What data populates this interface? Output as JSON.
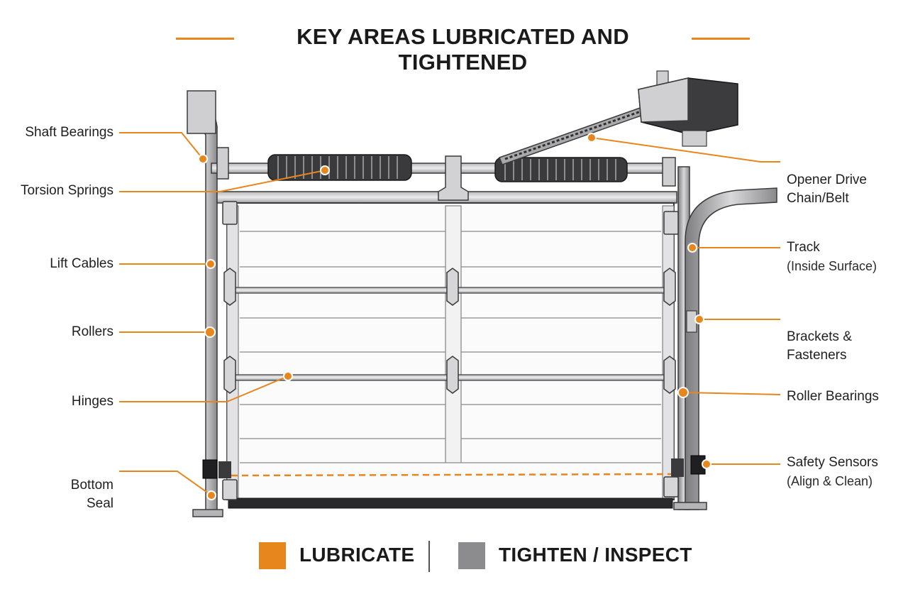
{
  "title": "KEY AREAS LUBRICATED AND TIGHTENED",
  "colors": {
    "lubricate": "#e8861e",
    "tighten": "#8c8c8e",
    "leader": "#e8861e"
  },
  "callouts_left": [
    {
      "id": "shaft-bearings",
      "label": "Shaft Bearings"
    },
    {
      "id": "torsion-springs",
      "label": "Torsion Springs"
    },
    {
      "id": "lift-cables",
      "label": "Lift Cables"
    },
    {
      "id": "rollers",
      "label": "Rollers"
    },
    {
      "id": "hinges",
      "label": "Hinges"
    },
    {
      "id": "bottom-seal",
      "label": "Bottom\nSeal"
    }
  ],
  "callouts_right": [
    {
      "id": "opener-drive",
      "label": "Opener Drive\nChain/Belt"
    },
    {
      "id": "track",
      "label": "Track",
      "sub": "(Inside Surface)"
    },
    {
      "id": "brackets",
      "label": "Brackets &\nFasteners"
    },
    {
      "id": "roller-bearings",
      "label": "Roller Bearings"
    },
    {
      "id": "safety-sensors",
      "label": "Safety Sensors",
      "sub": "(Align & Clean)"
    }
  ],
  "legend": [
    {
      "label": "LUBRICATE",
      "color": "#e8861e"
    },
    {
      "label": "TIGHTEN / INSPECT",
      "color": "#8c8c8e"
    }
  ]
}
